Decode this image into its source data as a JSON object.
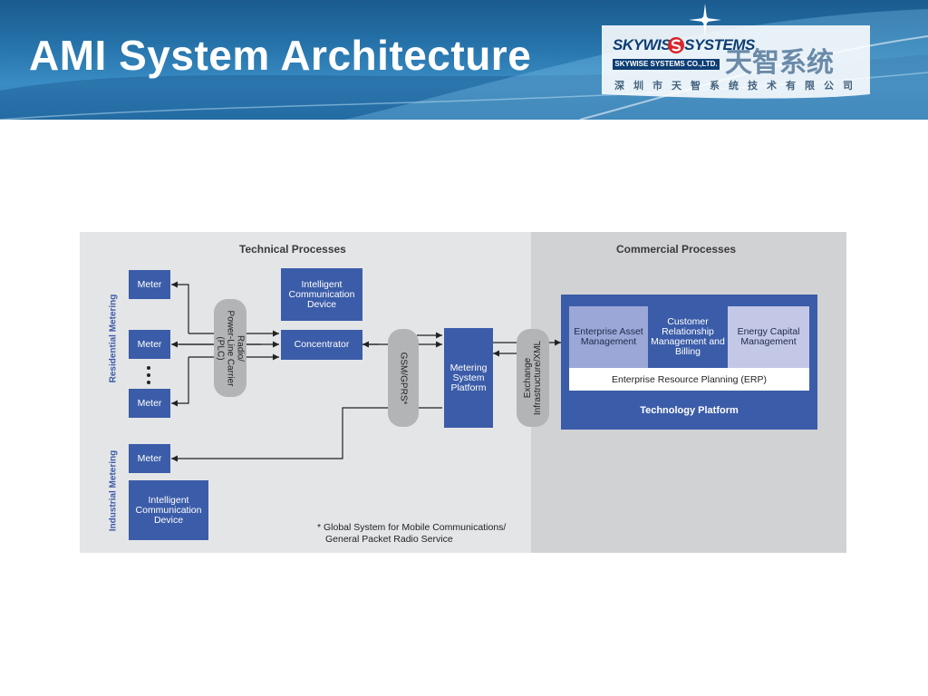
{
  "header": {
    "title": "AMI System Architecture",
    "logo": {
      "name_en": "SKYWISE SYSTEMS",
      "company_en": "SKYWISE SYSTEMS CO.,LTD.",
      "name_cn": "天智系统",
      "subtitle_cn": "深圳市天智系统技术有限公司",
      "colors": {
        "brand_dark": "#0d3d73",
        "brand_red": "#d9262c"
      }
    }
  },
  "diagram": {
    "colors": {
      "box_blue": "#3b5ca8",
      "panel_light": "#e4e5e7",
      "panel_dark": "#d1d2d4",
      "pill_gray": "#b3b4b6",
      "sub_light": "#c3c8e6",
      "sub_mid": "#9ba7d6"
    },
    "technical_processes": {
      "title": "Technical Processes",
      "residential_label": "Residential Metering",
      "industrial_label": "Industrial Metering",
      "meter_1": "Meter",
      "meter_2": "Meter",
      "meter_3": "Meter",
      "meter_industrial": "Meter",
      "icd_top": "Intelligent Communication Device",
      "icd_bottom": "Intelligent Communication Device",
      "concentrator": "Concentrator",
      "plc_pill": [
        "Radio/",
        "Power-Line Carrier",
        "(PLC)"
      ],
      "gsm_pill": "GSM/GPRS*",
      "metering_platform": "Metering System Platform",
      "exchange_pill": [
        "Exchange",
        "Infrastructure/XML"
      ],
      "footnote": [
        "* Global System for Mobile Communications/",
        "General Packet Radio Service"
      ]
    },
    "commercial_processes": {
      "title": "Commercial Processes",
      "eam": "Enterprise Asset Management",
      "crm": "Customer Relationship Management and Billing",
      "ecm": "Energy Capital Management",
      "erp": "Enterprise Resource Planning (ERP)",
      "platform_label": "Technology Platform"
    }
  }
}
